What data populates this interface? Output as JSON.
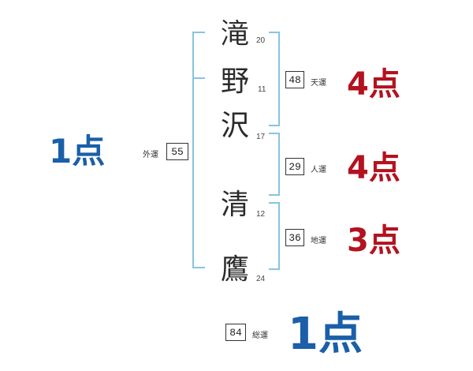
{
  "characters": [
    {
      "char": "滝",
      "strokes": "20"
    },
    {
      "char": "野",
      "strokes": "11"
    },
    {
      "char": "沢",
      "strokes": "17"
    },
    {
      "char": "清",
      "strokes": "12"
    },
    {
      "char": "鷹",
      "strokes": "24"
    }
  ],
  "fortunes": {
    "gaiun": {
      "label": "外運",
      "value": "55",
      "score": "1点"
    },
    "tenun": {
      "label": "天運",
      "value": "48",
      "score": "4点"
    },
    "jinun": {
      "label": "人運",
      "value": "29",
      "score": "4点"
    },
    "chiun": {
      "label": "地運",
      "value": "36",
      "score": "3点"
    },
    "souun": {
      "label": "総運",
      "value": "84",
      "score": "1点"
    }
  },
  "colors": {
    "bracket": "#87c4df",
    "score_red": "#b3121f",
    "score_blue": "#1a5fa8"
  }
}
